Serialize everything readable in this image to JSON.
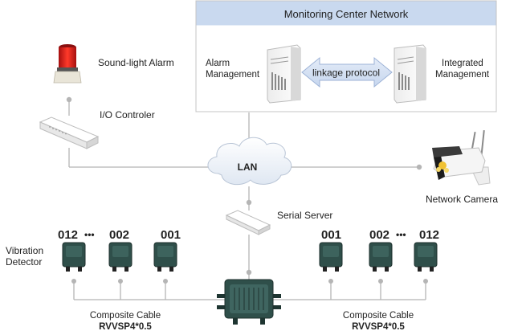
{
  "monitoring_center": {
    "title": "Monitoring Center Network",
    "alarm_management": [
      "Alarm",
      "Management"
    ],
    "integrated_management": [
      "Integrated",
      "Management"
    ],
    "linkage": "linkage protocol"
  },
  "devices": {
    "sound_light_alarm": "Sound-light Alarm",
    "io_controller": "I/O Controler",
    "lan": "LAN",
    "network_camera": "Network Camera",
    "serial_server": "Serial Server",
    "vibration_detector": [
      "Vibration",
      "Detector"
    ]
  },
  "detector_labels": {
    "left_first": "012",
    "left_mid": "002",
    "left_last": "001",
    "right_first": "001",
    "right_mid": "002",
    "right_last": "012",
    "ellipsis": "•••"
  },
  "cables": {
    "left": [
      "Composite Cable",
      "RVVSP4*0.5"
    ],
    "right": [
      "Composite Cable",
      "RVVSP4*0.5"
    ]
  },
  "colors": {
    "header_fill": "#c9d9ef",
    "line": "#b5b5b5",
    "alarm_red": "#d8201f",
    "detector_body": "#2f4f4a"
  }
}
